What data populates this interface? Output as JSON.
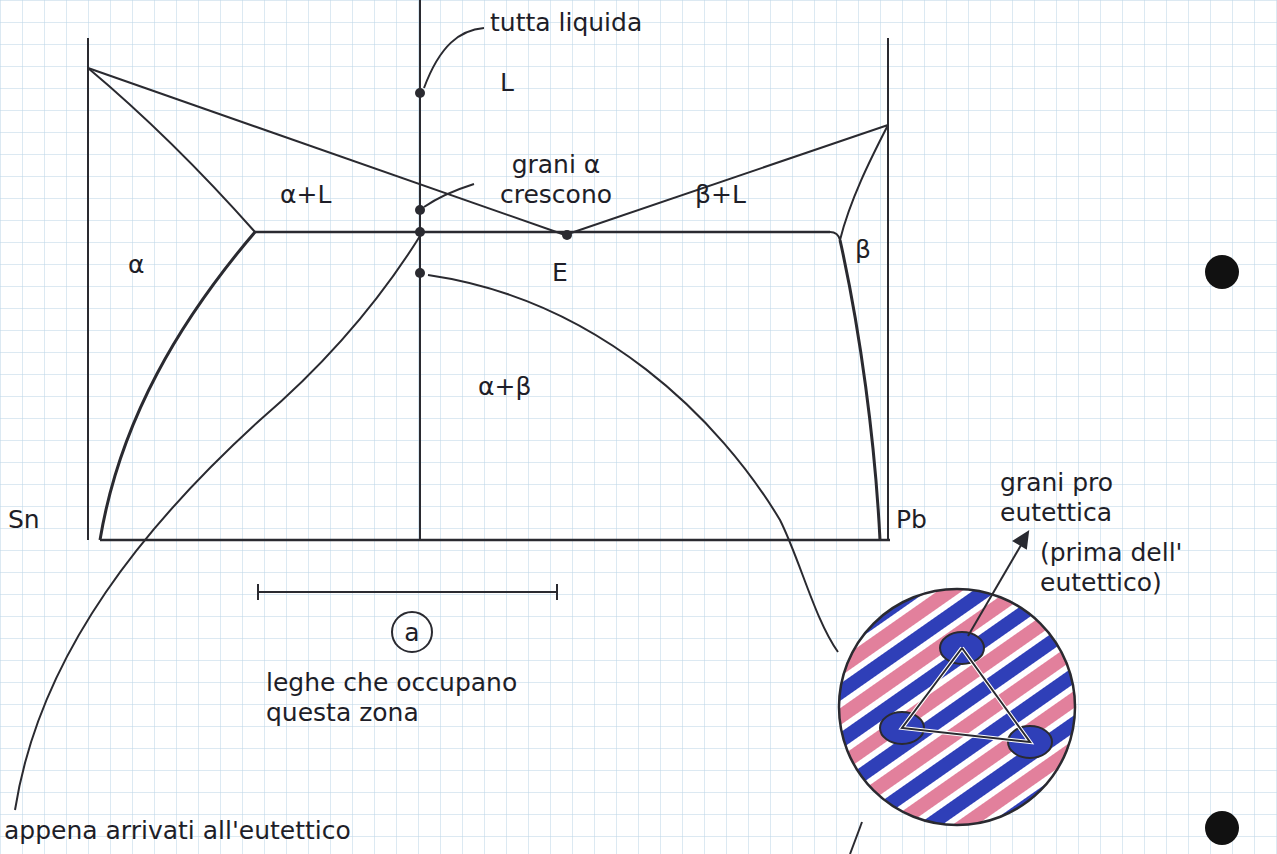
{
  "diagram": {
    "nodes": [
      {
        "text": [
          "a"
        ]
      }
    ],
    "labels": [
      "tutta liquida",
      "L",
      "grani α crescono",
      "α+L",
      "β+L",
      "β",
      "α",
      "E",
      "α+β",
      "Sn",
      "Pb",
      "leghe che occupano questa zona",
      "grani pro eutettica",
      "(prima dell' eutettico)",
      "appena arrivati all'eutettico"
    ]
  }
}
